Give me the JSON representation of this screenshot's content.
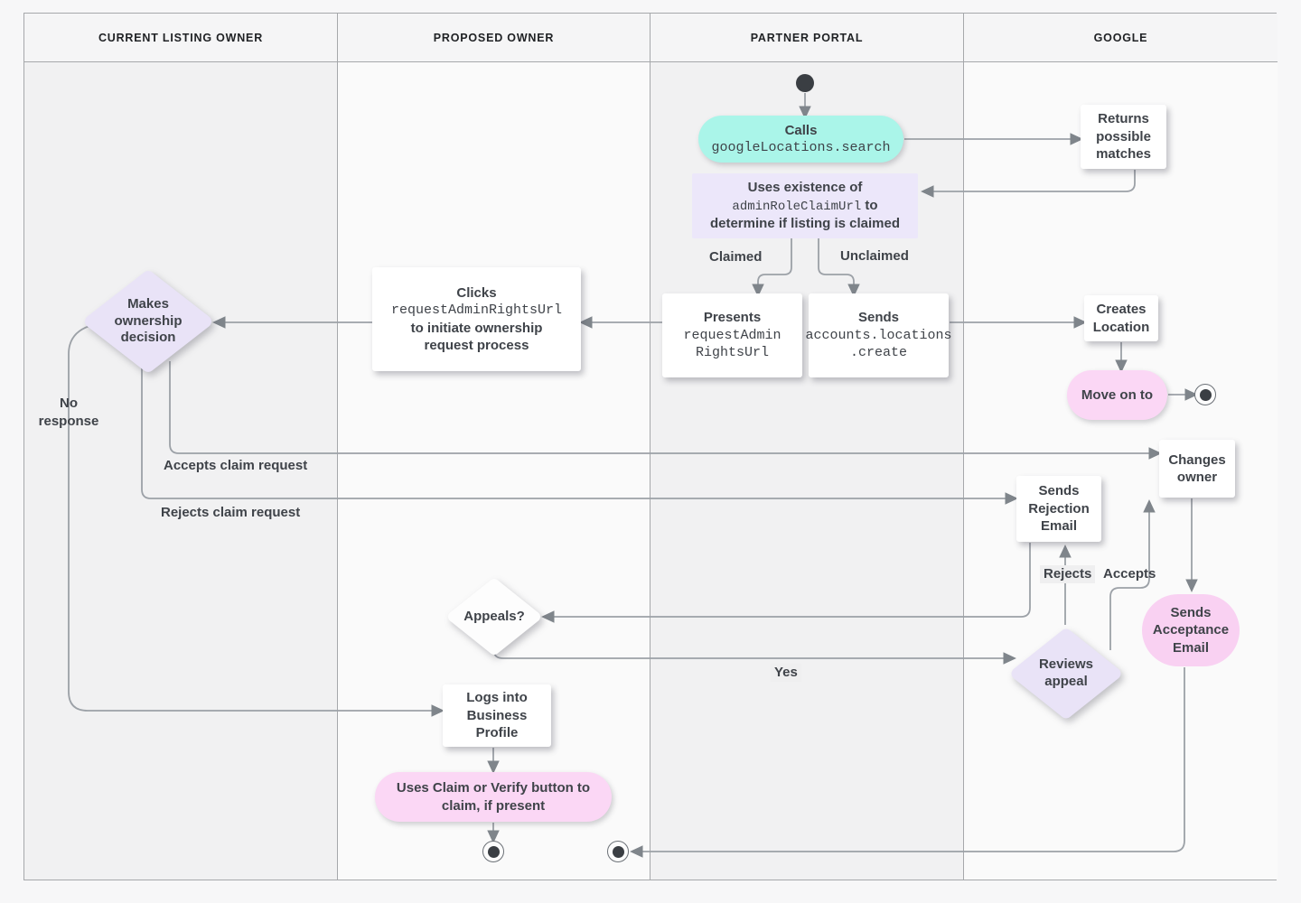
{
  "lanes": [
    {
      "label": "CURRENT LISTING OWNER"
    },
    {
      "label": "PROPOSED OWNER"
    },
    {
      "label": "PARTNER PORTAL"
    },
    {
      "label": "GOOGLE"
    }
  ],
  "nodes": {
    "calls": {
      "title": "Calls",
      "code": "googleLocations.search"
    },
    "returns": {
      "text": "Returns possible matches"
    },
    "uses": {
      "l1": "Uses existence of",
      "code": "adminRoleClaimUrl",
      "l2b": " to",
      "l3": "determine if listing is claimed"
    },
    "presents": {
      "title": "Presents",
      "code1": "requestAdmin",
      "code2": "RightsUrl"
    },
    "sendsCreate": {
      "title": "Sends",
      "code1": "accounts.locations",
      "code2": ".create"
    },
    "clicks": {
      "title": "Clicks",
      "code": "requestAdminRightsUrl",
      "l2": "to initiate ownership",
      "l3": "request process"
    },
    "decision": {
      "text": "Makes ownership decision"
    },
    "creates": {
      "text": "Creates Location"
    },
    "moveOn": {
      "text": "Move on to"
    },
    "changes": {
      "text": "Changes owner"
    },
    "rejection": {
      "text": "Sends Rejection Email"
    },
    "acceptance": {
      "text": "Sends Acceptance Email"
    },
    "reviews": {
      "text": "Reviews appeal"
    },
    "appeals": {
      "text": "Appeals?"
    },
    "logs": {
      "text": "Logs into Business Profile"
    },
    "claimVerify": {
      "text": "Uses Claim or Verify button to claim, if present"
    }
  },
  "edge_labels": {
    "claimed": "Claimed",
    "unclaimed": "Unclaimed",
    "noResponse": "No response",
    "acceptsClaim": "Accepts claim request",
    "rejectsClaim": "Rejects claim request",
    "yes": "Yes",
    "rejects": "Rejects",
    "accepts": "Accepts"
  },
  "colors": {
    "teal": "#AAF5E9",
    "lavender": "#EAE4F8",
    "pink": "#FBD7F5",
    "line": "#9CA1A7",
    "text": "#3F4349"
  }
}
